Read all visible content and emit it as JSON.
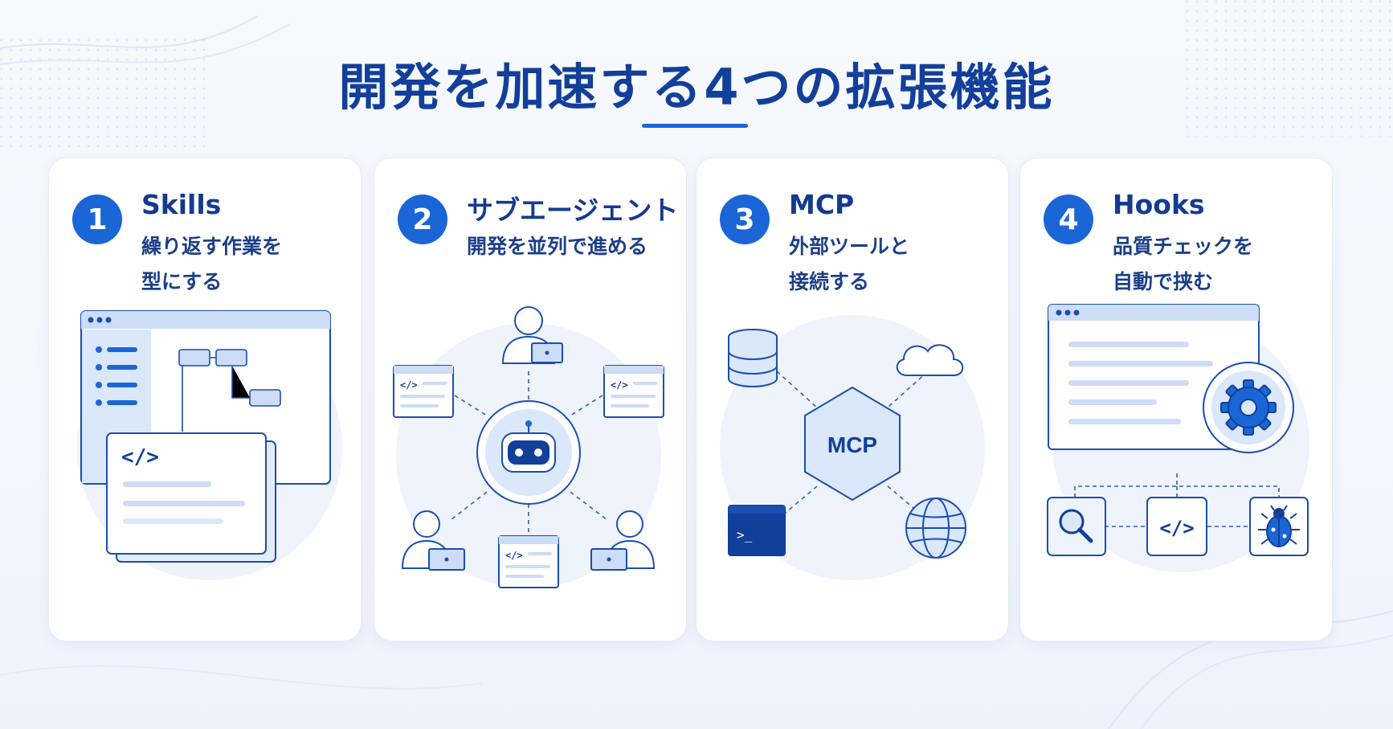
{
  "page": {
    "title": "開発を加速する4つの拡張機能"
  },
  "cards": [
    {
      "number": "1",
      "title": "Skills",
      "desc_line1": "繰り返す作業を",
      "desc_line2": "型にする",
      "code_glyph": "</>"
    },
    {
      "number": "2",
      "title": "サブエージェント",
      "desc_line1": "開発を並列で進める",
      "desc_line2": "",
      "code_glyph": "</>"
    },
    {
      "number": "3",
      "title": "MCP",
      "desc_line1": "外部ツールと",
      "desc_line2": "接続する",
      "hub_label": "MCP",
      "terminal_prompt": ">_"
    },
    {
      "number": "4",
      "title": "Hooks",
      "desc_line1": "品質チェックを",
      "desc_line2": "自動で挟む",
      "code_glyph": "</>"
    }
  ],
  "colors": {
    "primary": "#1a66d6",
    "title": "#123f9a",
    "text": "#1c3f88",
    "illustration_fill": "#dbe7fb",
    "navy": "#123f9a"
  }
}
